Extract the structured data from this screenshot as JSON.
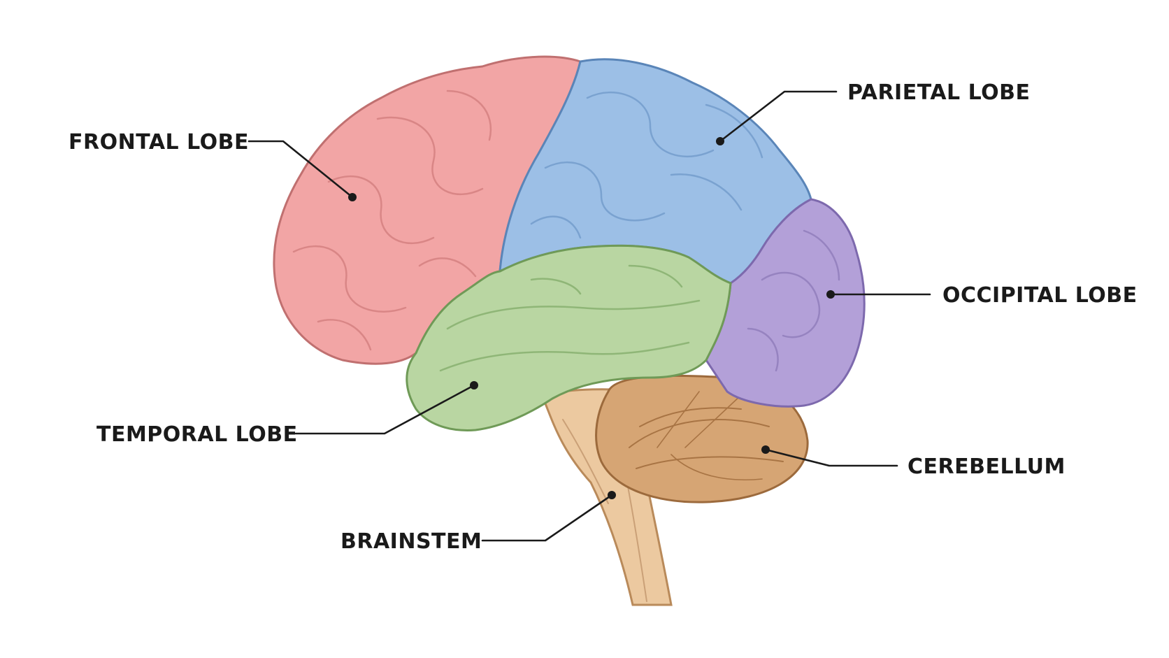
{
  "diagram": {
    "labels": {
      "frontal": "FRONTAL LOBE",
      "parietal": "PARIETAL LOBE",
      "occipital": "OCCIPITAL LOBE",
      "temporal": "TEMPORAL LOBE",
      "cerebellum": "CEREBELLUM",
      "brainstem": "BRAINSTEM"
    },
    "colors": {
      "frontal": "#f2a5a5",
      "parietal": "#9cbfe6",
      "occipital": "#b3a0d8",
      "temporal": "#b9d6a2",
      "cerebellum": "#d6a574",
      "brainstem": "#ecc9a0"
    }
  }
}
